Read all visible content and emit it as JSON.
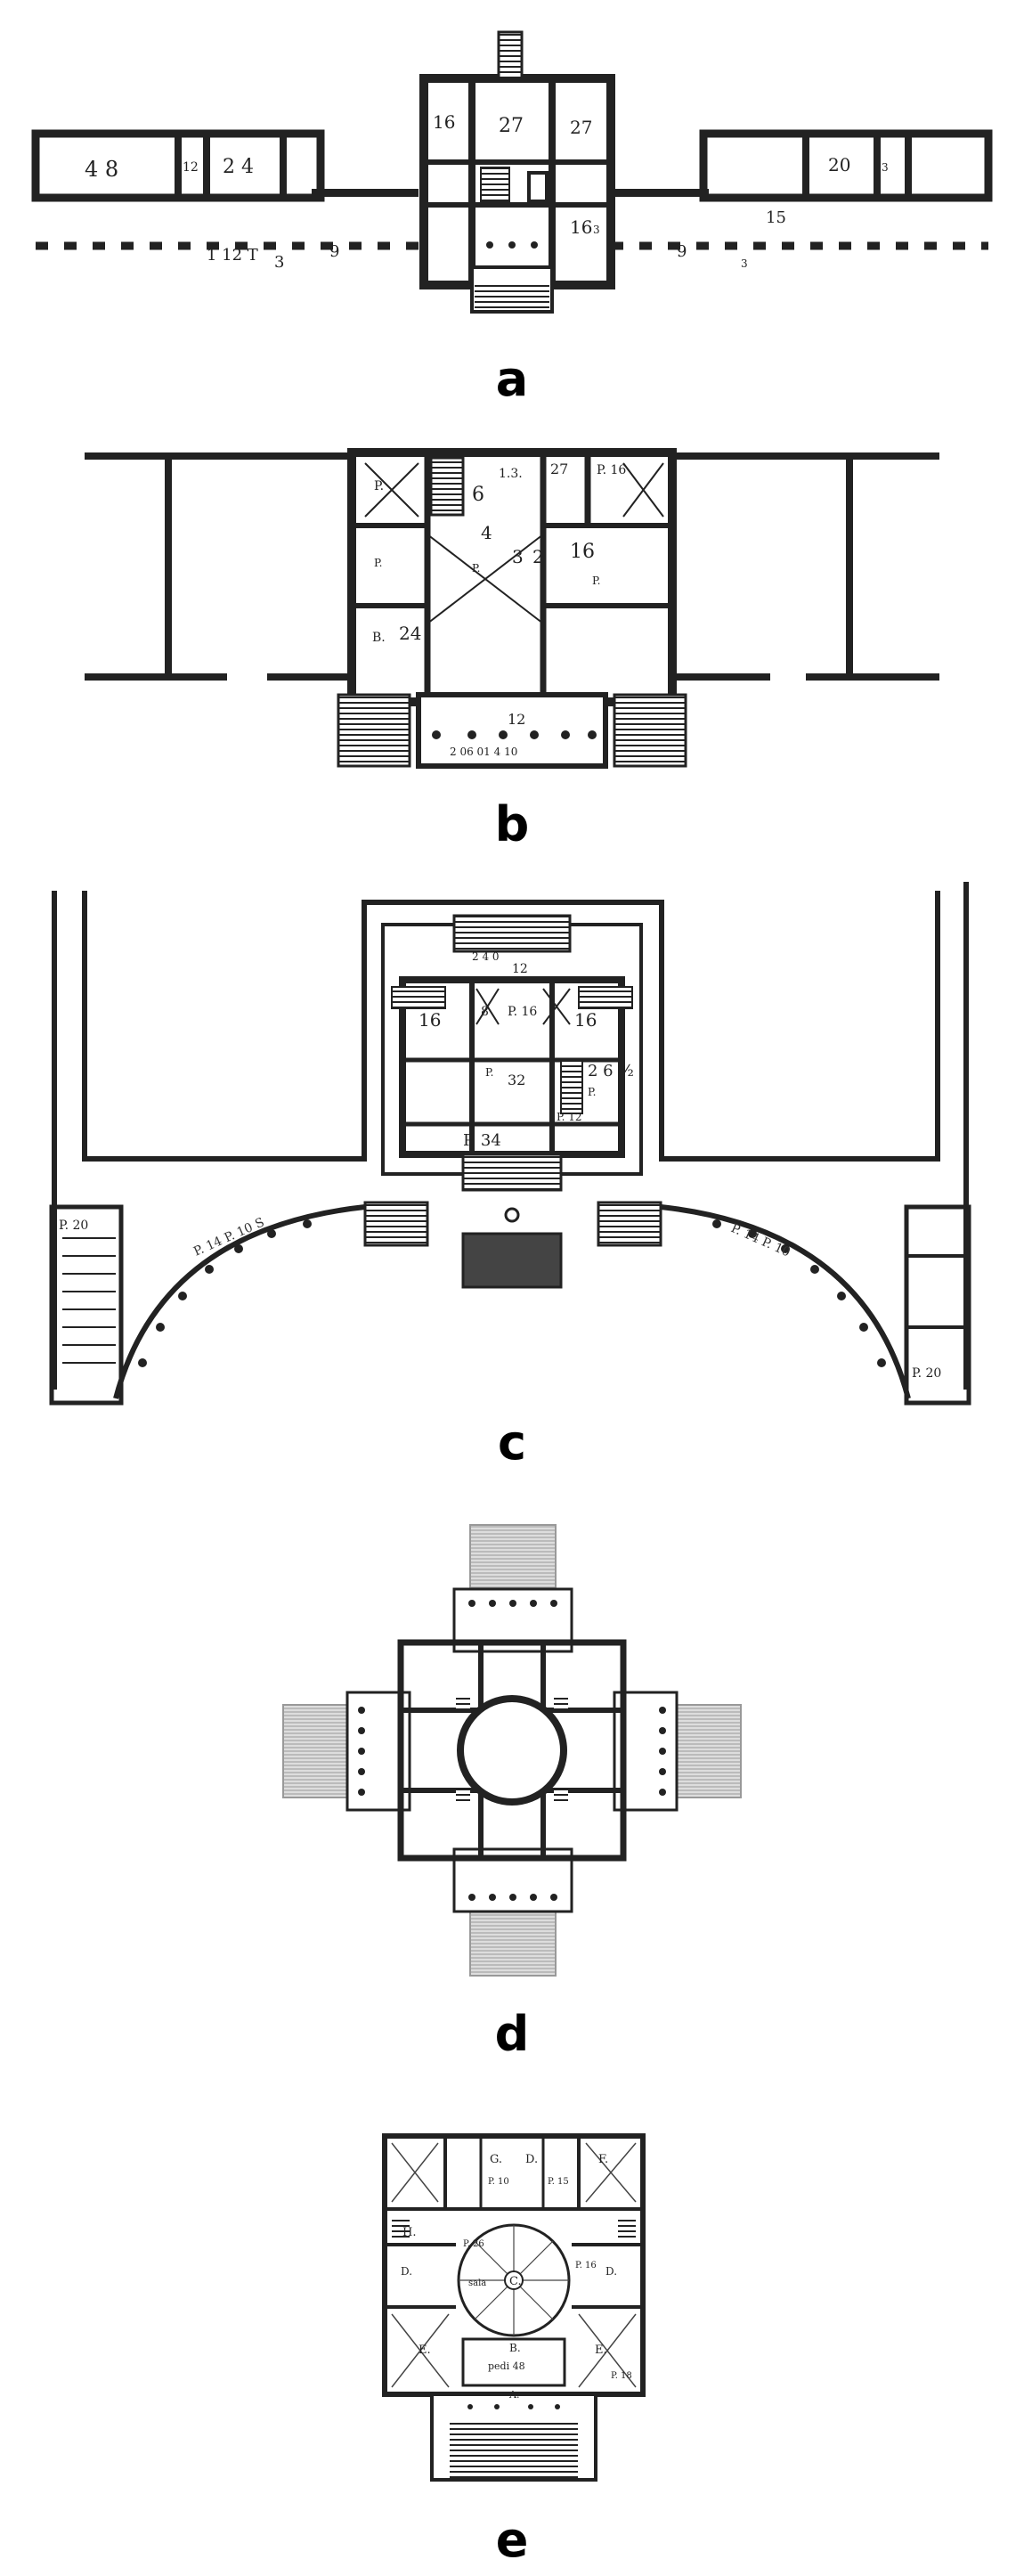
{
  "plates": [
    {
      "id": "a",
      "caption": "a",
      "rooms": {
        "left_large": "4 8",
        "left_small": "12",
        "left_mid": "2 4",
        "villa_tl": "16",
        "villa_tc": "27",
        "villa_tr": "27",
        "villa_br": "16",
        "villa_brs": "3",
        "right_mid": "20",
        "right_s": "3"
      },
      "marks": {
        "m1": "1 12 T",
        "m2": "3",
        "m3": "9",
        "m4": "9",
        "m5": "15",
        "m6": "3"
      }
    },
    {
      "id": "b",
      "caption": "b",
      "rooms": {
        "tl_p": "P.",
        "top_c1": "6",
        "top_c2": "1.3.",
        "tr_27": "27",
        "tr_p16": "P. 16",
        "c_4": "4",
        "c_3": "3",
        "c_2": "2",
        "r_16": "16",
        "r_p": "P.",
        "l_p": "P.",
        "l_24": "24",
        "l_b": "B.",
        "c_p": "P.",
        "portico_12": "12",
        "portico_cols": "2 06 01 4 10"
      }
    },
    {
      "id": "c",
      "caption": "c",
      "rooms": {
        "top_a": "2 4 0",
        "top_12": "12",
        "l_16": "16",
        "c_8": "8",
        "c_p16": "P. 16",
        "r_16": "16",
        "c_32": "32",
        "c_p": "P.",
        "r_26": "2 6 ½",
        "r_p": "P.",
        "r_p12": "P. 12",
        "b_p34": "P. 34",
        "wing_l": "P. 20",
        "wing_r": "P. 20",
        "arc_l": "P. 14  P. 10 S",
        "arc_r": "P. 14  P. 10"
      }
    },
    {
      "id": "d",
      "caption": "d"
    },
    {
      "id": "e",
      "caption": "e",
      "rooms": {
        "g": "G.",
        "d": "D.",
        "f": "F.",
        "p10": "P. 10",
        "p15": "P. 15",
        "h": "H.",
        "c": "C.",
        "sala": "sala",
        "e_l": "E.",
        "e_r": "E.",
        "b": "B.",
        "p26": "P. 26",
        "p16": "P. 16",
        "p18": "P. 18",
        "dl": "D.",
        "dr": "D.",
        "portico": "pedi 48",
        "a": "A."
      }
    }
  ]
}
